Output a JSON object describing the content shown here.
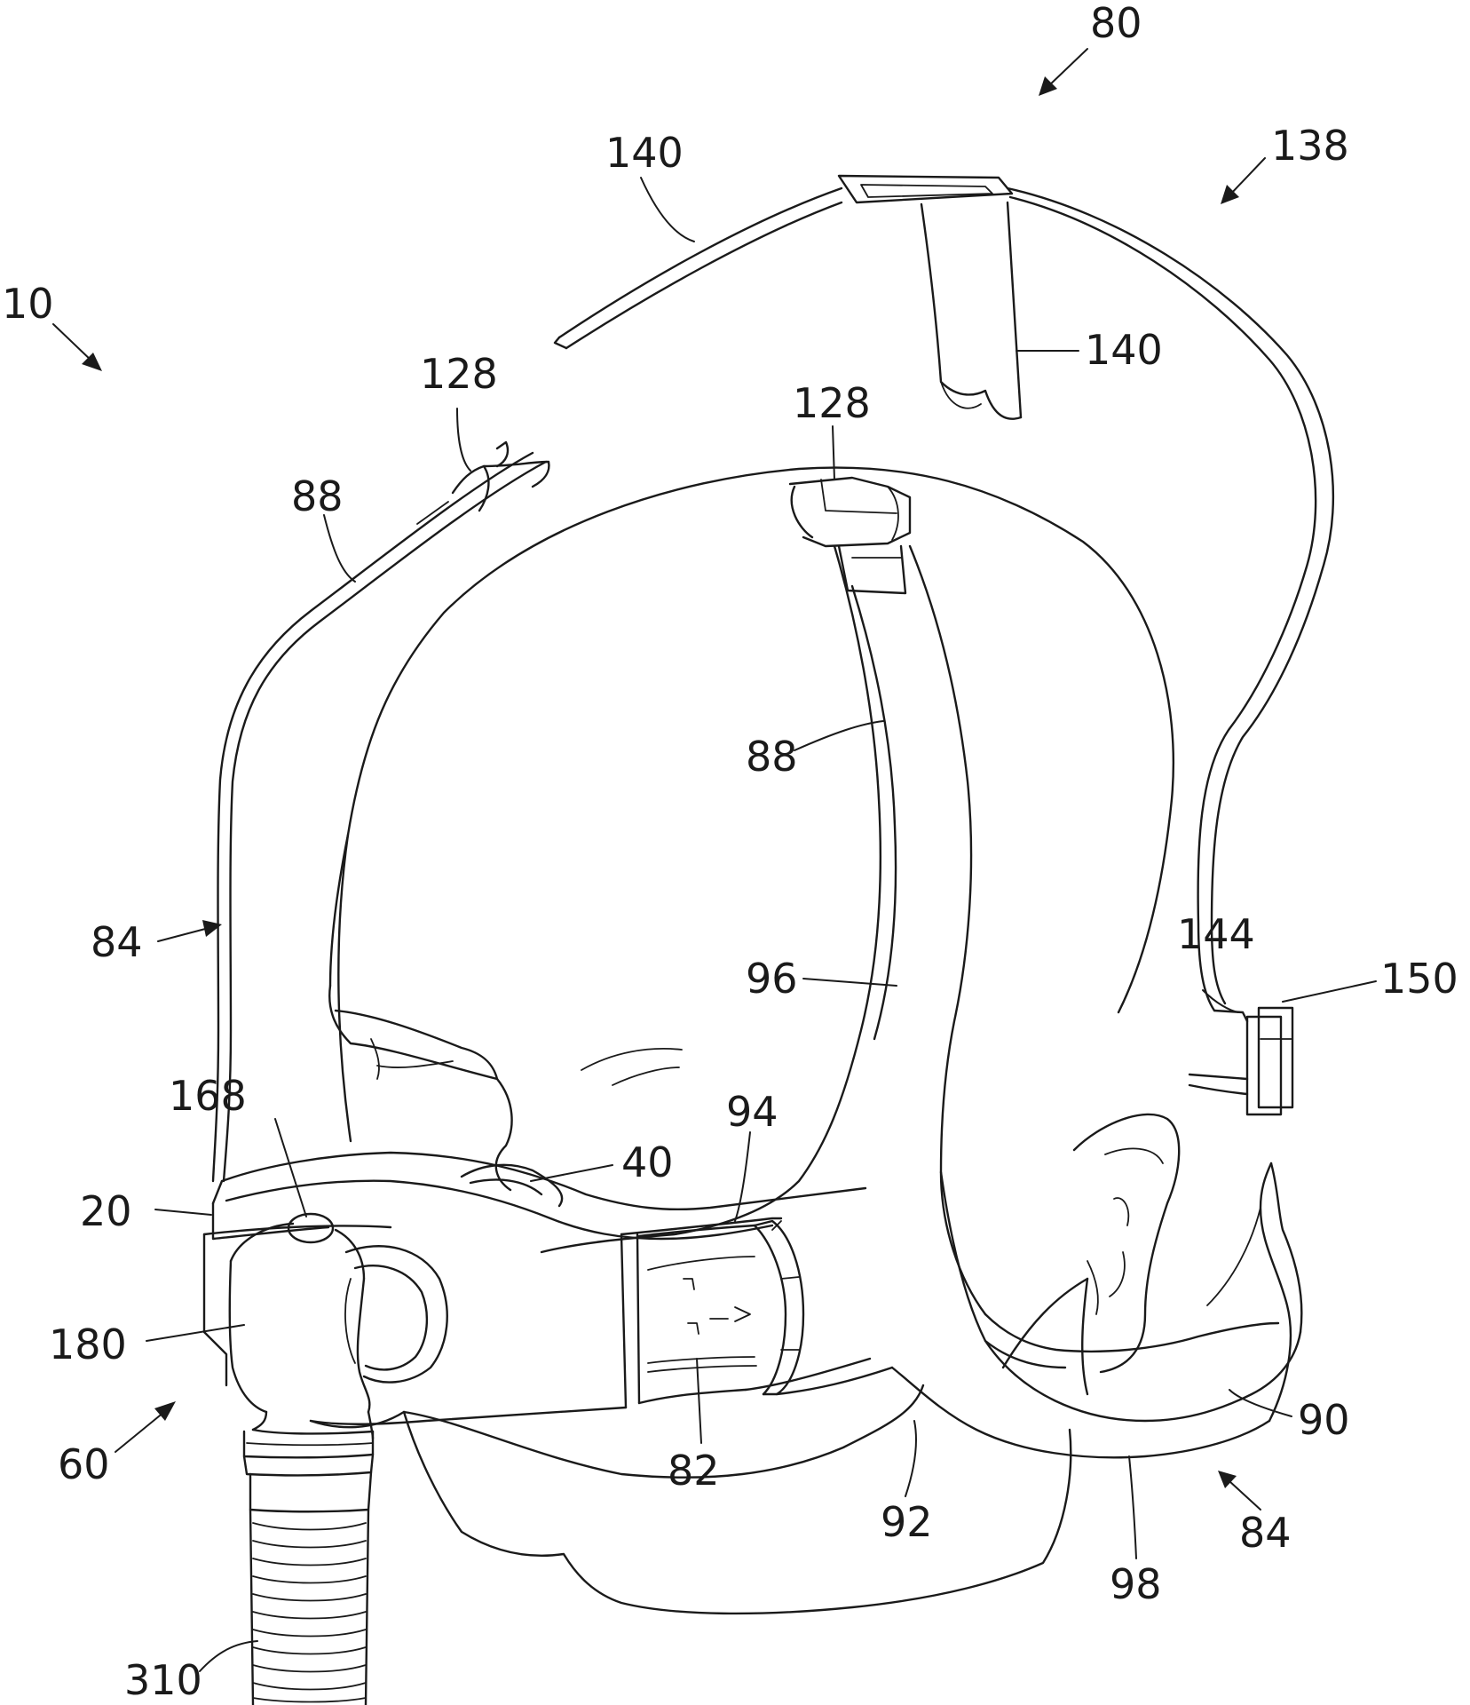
{
  "figure": {
    "labels": {
      "l10": "10",
      "l80": "80",
      "l138": "138",
      "l140a": "140",
      "l140b": "140",
      "l128a": "128",
      "l128b": "128",
      "l88a": "88",
      "l88b": "88",
      "l84a": "84",
      "l84b": "84",
      "l96": "96",
      "l144": "144",
      "l150": "150",
      "l168": "168",
      "l94": "94",
      "l40": "40",
      "l20": "20",
      "l180": "180",
      "l60": "60",
      "l82": "82",
      "l92": "92",
      "l90": "90",
      "l98": "98",
      "l310": "310"
    }
  }
}
